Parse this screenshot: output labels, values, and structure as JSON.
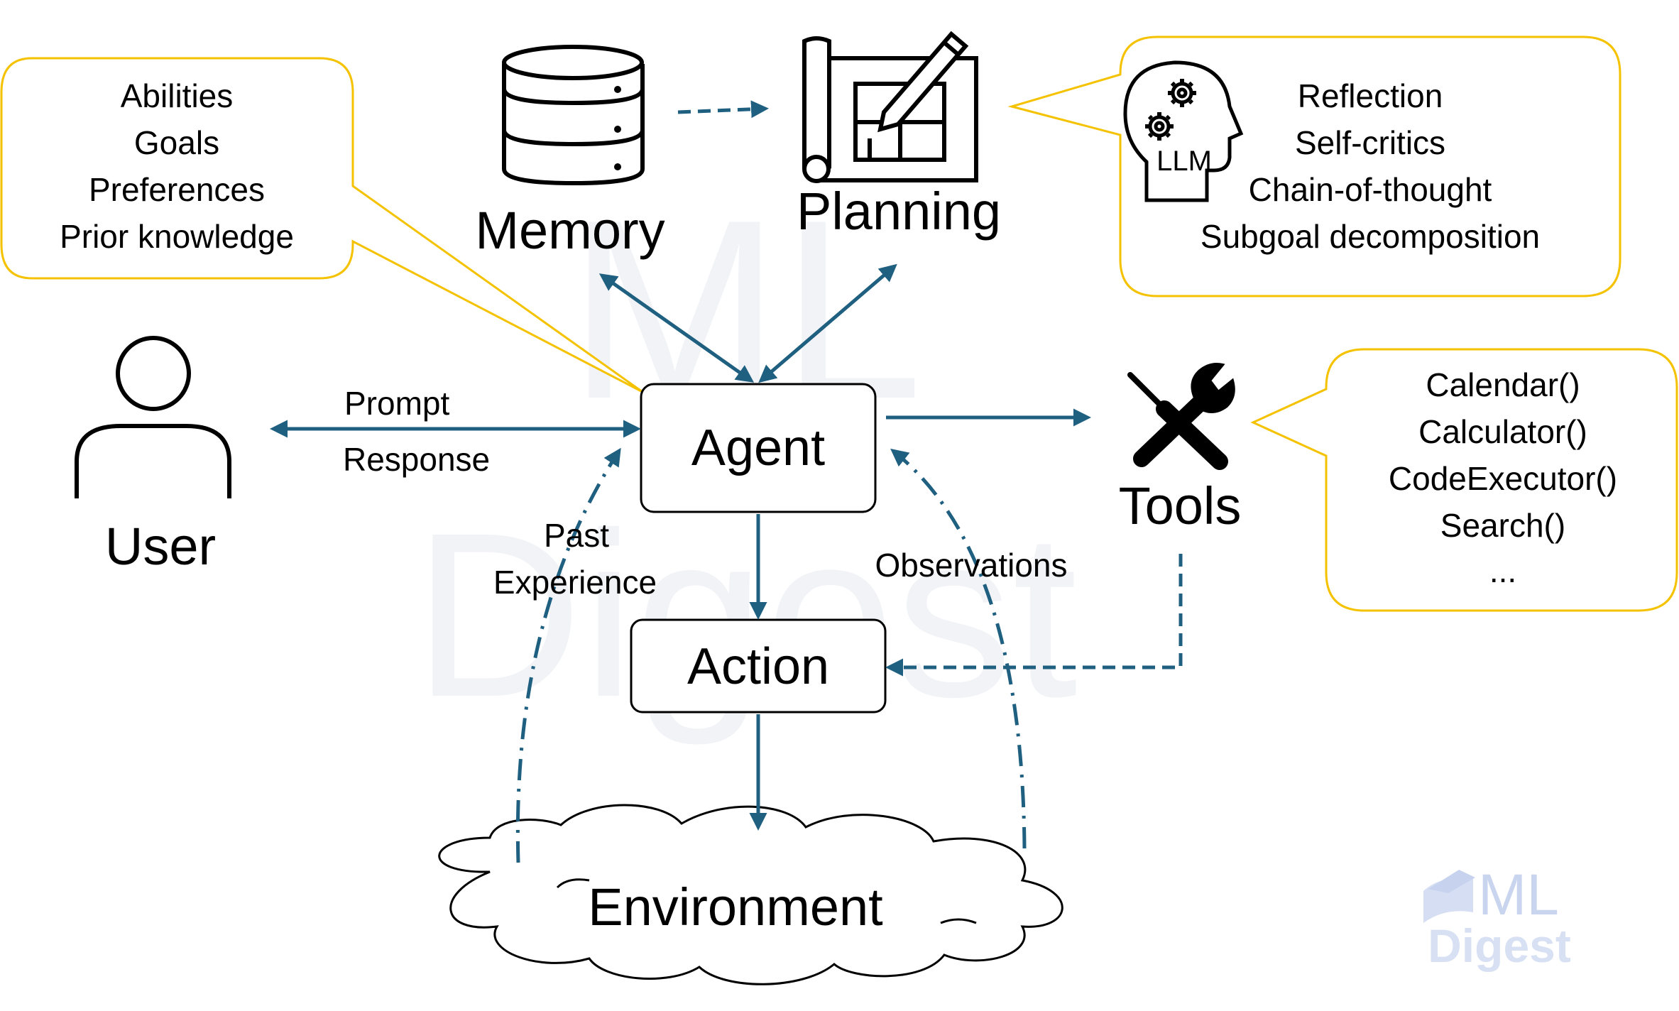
{
  "colors": {
    "arrow": "#1F5F80",
    "callout_border": "#F5C200",
    "box_border": "#000000",
    "watermark": "#C9D5EE"
  },
  "nodes": {
    "memory": {
      "label": "Memory",
      "icon": "database-icon"
    },
    "planning": {
      "label": "Planning",
      "icon": "blueprint-pencil-icon"
    },
    "agent": {
      "label": "Agent"
    },
    "action": {
      "label": "Action"
    },
    "environment": {
      "label": "Environment"
    },
    "user": {
      "label": "User",
      "icon": "user-icon"
    },
    "tools": {
      "label": "Tools",
      "icon": "wrench-screwdriver-icon"
    }
  },
  "edges": {
    "prompt": "Prompt",
    "response": "Response",
    "past_experience": [
      "Past",
      "Experience"
    ],
    "observations": "Observations"
  },
  "callouts": {
    "profile": [
      "Abilities",
      "Goals",
      "Preferences",
      "Prior knowledge"
    ],
    "planning": [
      "Reflection",
      "Self-critics",
      "Chain-of-thought",
      "Subgoal decomposition"
    ],
    "planning_icon_label": "LLM",
    "tools": [
      "Calendar()",
      "Calculator()",
      "CodeExecutor()",
      "Search()",
      "..."
    ]
  },
  "watermark": {
    "line1": "ML",
    "line2": "Digest"
  }
}
